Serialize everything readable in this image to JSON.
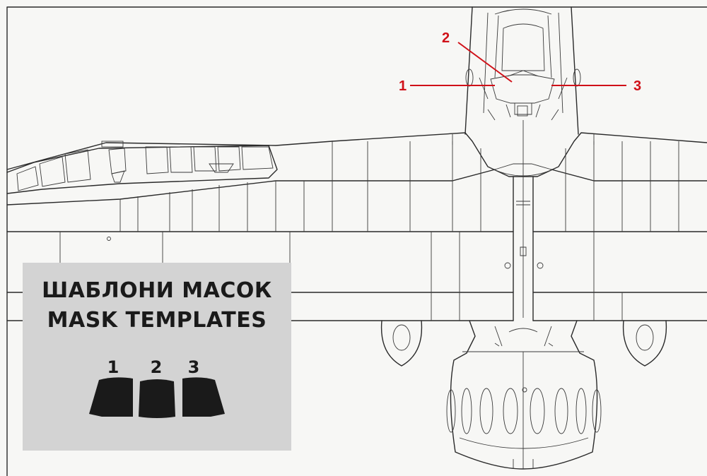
{
  "callouts": [
    {
      "label": "1"
    },
    {
      "label": "2"
    },
    {
      "label": "3"
    }
  ],
  "templates": {
    "title_ua": "ШАБЛОНИ МАСОК",
    "title_en": "MASK TEMPLATES",
    "masks": [
      {
        "label": "1"
      },
      {
        "label": "2"
      },
      {
        "label": "3"
      }
    ],
    "panel_color": "#d3d3d3",
    "mask_color": "#1a1a1a"
  },
  "colors": {
    "callout": "#d01018",
    "line": "#2a2a2a"
  }
}
